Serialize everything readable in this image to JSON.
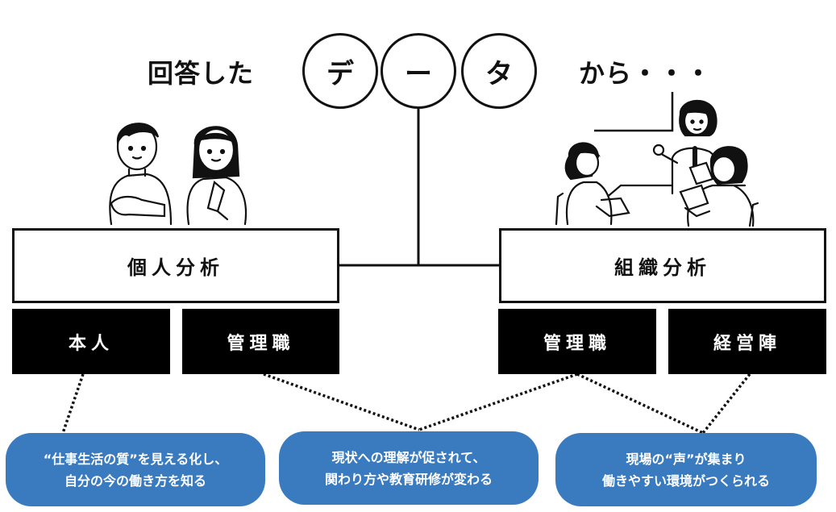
{
  "headline": {
    "prefix": "回答した",
    "circles": [
      "デ",
      "ー",
      "タ"
    ],
    "suffix": "から・・・"
  },
  "branches": [
    {
      "title": "個人分析",
      "illustration": "two-people-icon",
      "subgroups": [
        "本人",
        "管理職"
      ]
    },
    {
      "title": "組織分析",
      "illustration": "meeting-icon",
      "subgroups": [
        "管理職",
        "経営陣"
      ]
    }
  ],
  "outcomes": [
    {
      "lines": [
        "“仕事生活の質”を見える化し、",
        "自分の今の働き方を知る"
      ]
    },
    {
      "lines": [
        "現状への理解が促されて、",
        "関わり方や教育研修が変わる"
      ]
    },
    {
      "lines": [
        "現場の“声”が集まり",
        "働きやすい環境がつくられる"
      ]
    }
  ],
  "colors": {
    "outcome_fill": "#3a7bbf",
    "box_dark": "#000000",
    "line": "#111111"
  }
}
